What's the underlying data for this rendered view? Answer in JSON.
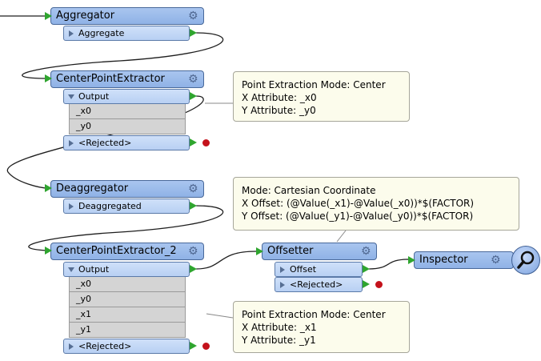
{
  "transformers": {
    "aggregator": {
      "title": "Aggregator",
      "ports": [
        "Aggregate"
      ]
    },
    "center1": {
      "title": "CenterPointExtractor",
      "output": "Output",
      "attrs": [
        "_x0",
        "_y0"
      ],
      "rejected": "<Rejected>"
    },
    "deaggregator": {
      "title": "Deaggregator",
      "ports": [
        "Deaggregated"
      ]
    },
    "center2": {
      "title": "CenterPointExtractor_2",
      "output": "Output",
      "attrs": [
        "_x0",
        "_y0",
        "_x1",
        "_y1"
      ],
      "rejected": "<Rejected>"
    },
    "offsetter": {
      "title": "Offsetter",
      "output": "Offset",
      "rejected": "<Rejected>"
    },
    "inspector": {
      "title": "Inspector"
    }
  },
  "annotations": {
    "note1": [
      "Point Extraction Mode: Center",
      "X Attribute: _x0",
      "Y Attribute: _y0"
    ],
    "note2": [
      "Mode: Cartesian Coordinate",
      "X Offset: (@Value(_x1)-@Value(_x0))*$(FACTOR)",
      "Y Offset: (@Value(_y1)-@Value(_y0))*$(FACTOR)"
    ],
    "note3": [
      "Point Extraction Mode: Center",
      "X Attribute: _x1",
      "Y Attribute: _y1"
    ]
  },
  "icons": {
    "gear": "gear-icon",
    "magnifier": "magnifier-icon"
  },
  "colors": {
    "header": "#8fb2e6",
    "port": "#b8d0f3",
    "attr": "#d4d4d4",
    "connector": "#2fa52f",
    "reject": "#c4121b",
    "note": "#fcfcec"
  }
}
